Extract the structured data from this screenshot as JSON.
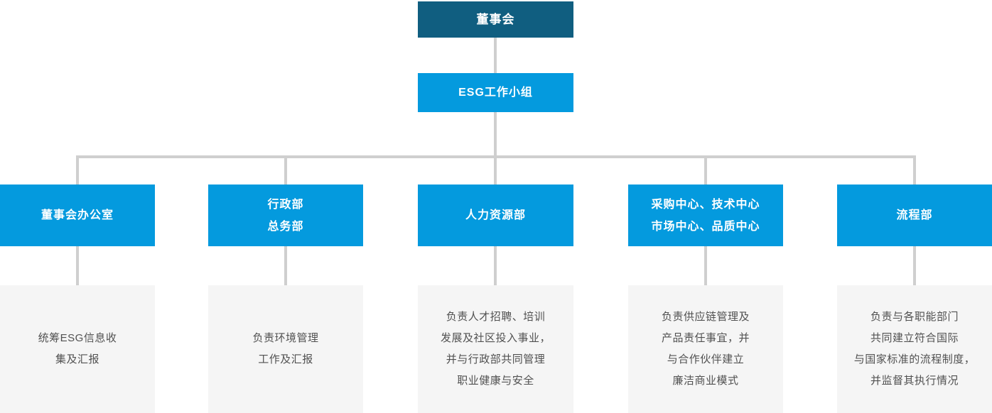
{
  "palette": {
    "root_bg": "#105e80",
    "node_bg": "#049ade",
    "node_text": "#ffffff",
    "connector": "#cfcfcf",
    "desc_bg": "#f5f5f5",
    "desc_text": "#515151"
  },
  "org_chart": {
    "type": "org-tree",
    "root": {
      "label": "董事会"
    },
    "level2": {
      "label": "ESG工作小组"
    },
    "departments": [
      {
        "title": "董事会办公室",
        "description": "统筹ESG信息收\n集及汇报"
      },
      {
        "title": "行政部\n总务部",
        "description": "负责环境管理\n工作及汇报"
      },
      {
        "title": "人力资源部",
        "description": "负责人才招聘、培训\n发展及社区投入事业，\n并与行政部共同管理\n职业健康与安全"
      },
      {
        "title": "采购中心、技术中心\n市场中心、品质中心",
        "description": "负责供应链管理及\n产品责任事宜，并\n与合作伙伴建立\n廉洁商业模式"
      },
      {
        "title": "流程部",
        "description": "负责与各职能部门\n共同建立符合国际\n与国家标准的流程制度，\n并监督其执行情况"
      }
    ]
  }
}
